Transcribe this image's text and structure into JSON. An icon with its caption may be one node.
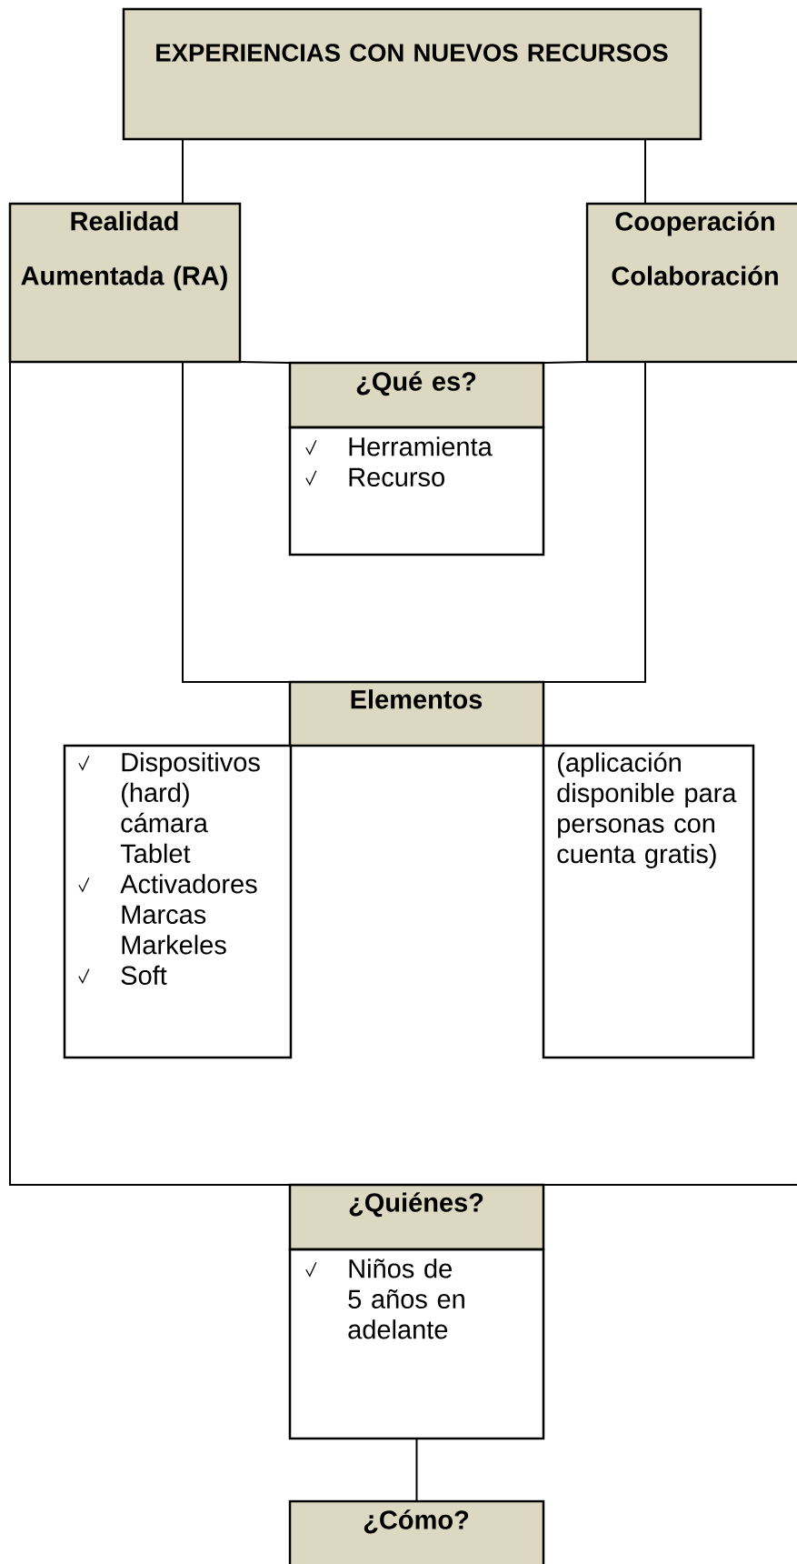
{
  "diagram": {
    "nodes": [
      {
        "text": [
          "EXPERIENCIAS CON NUEVOS RECURSOS"
        ]
      },
      {
        "text": [
          "Realidad",
          "Aumentada (RA)"
        ]
      },
      {
        "text": [
          "Cooperación",
          "Colaboración"
        ]
      },
      {
        "text": [
          "¿Qué es?"
        ]
      },
      {
        "text": [
          "Herramienta",
          "Recurso"
        ]
      },
      {
        "text": [
          "Elementos"
        ]
      },
      {
        "text": [
          "Dispositivos (hard) cámara Tablet",
          "Activadores Marcas Markeles",
          "Soft"
        ]
      },
      {
        "text": [
          "(aplicación disponible para personas con cuenta gratis)"
        ]
      },
      {
        "text": [
          "¿Quiénes?"
        ]
      },
      {
        "text": [
          "Niños de 5 años en adelante"
        ]
      },
      {
        "text": [
          "¿Cómo?"
        ]
      }
    ],
    "edges": [
      {
        "from": 0,
        "to": 1,
        "arrow": "none"
      },
      {
        "from": 0,
        "to": 2,
        "arrow": "none"
      },
      {
        "from": 1,
        "to": 3,
        "arrow": "none"
      },
      {
        "from": 2,
        "to": 3,
        "arrow": "none"
      },
      {
        "from": 1,
        "to": 5,
        "arrow": "none"
      },
      {
        "from": 2,
        "to": 5,
        "arrow": "none"
      },
      {
        "from": 1,
        "to": 8,
        "arrow": "none"
      },
      {
        "from": 2,
        "to": 8,
        "arrow": "none"
      },
      {
        "from": 9,
        "to": 10,
        "arrow": "none"
      }
    ]
  }
}
